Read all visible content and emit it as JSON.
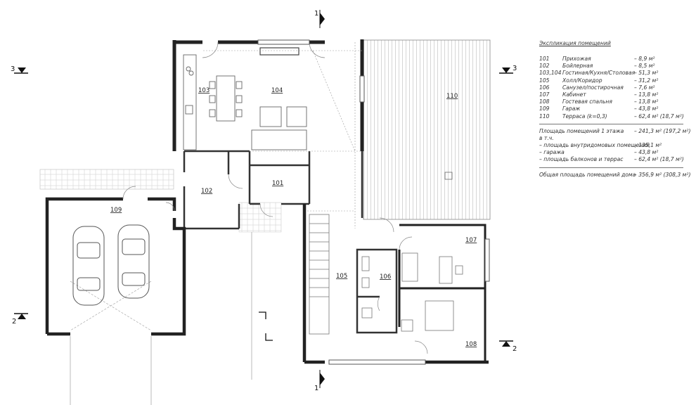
{
  "rooms": [
    {
      "id": "101",
      "label": "101"
    },
    {
      "id": "102",
      "label": "102"
    },
    {
      "id": "103",
      "label": "103"
    },
    {
      "id": "104",
      "label": "104"
    },
    {
      "id": "105",
      "label": "105"
    },
    {
      "id": "106",
      "label": "106"
    },
    {
      "id": "107",
      "label": "107"
    },
    {
      "id": "108",
      "label": "108"
    },
    {
      "id": "109",
      "label": "109"
    },
    {
      "id": "110",
      "label": "110"
    }
  ],
  "section_marks": [
    {
      "id": "top",
      "label": "1"
    },
    {
      "id": "bottom",
      "label": "1"
    },
    {
      "id": "left-upper",
      "label": "3"
    },
    {
      "id": "right-upper",
      "label": "3"
    },
    {
      "id": "left-lower",
      "label": "2"
    },
    {
      "id": "right-lower",
      "label": "2"
    }
  ],
  "legend": {
    "title": "Экспликация помещений",
    "rows": [
      {
        "num": "101",
        "name": "Прихожая",
        "area": "– 8,9 м²"
      },
      {
        "num": "102",
        "name": "Бойлерная",
        "area": "– 8,5 м²"
      },
      {
        "num": "103,104",
        "name": "Гостиная/Кухня/Столовая",
        "area": "– 51,3 м²"
      },
      {
        "num": "105",
        "name": "Холл/Коридор",
        "area": "– 31,2 м²"
      },
      {
        "num": "106",
        "name": "Санузел/постирочная",
        "area": "– 7,6 м²"
      },
      {
        "num": "107",
        "name": "Кабинет",
        "area": "– 13,8 м²"
      },
      {
        "num": "108",
        "name": "Гостевая спальня",
        "area": "– 13,8 м²"
      },
      {
        "num": "109",
        "name": "Гараж",
        "area": "– 43,8 м²"
      },
      {
        "num": "110",
        "name": "Терраса (k=0,3)",
        "area": "– 62,4 м² (18,7 м²)"
      }
    ],
    "summary": [
      {
        "label": "Площадь помещений 1 этажа",
        "value": "– 241,3 м² (197,2 м²)"
      },
      {
        "label": "в т.ч.",
        "value": ""
      },
      {
        "label": "– площадь внутридомовых помещений",
        "value": "– 135,1 м²"
      },
      {
        "label": "– гаража",
        "value": "– 43,8 м²"
      },
      {
        "label": "– площадь балконов и террас",
        "value": "– 62,4 м² (18,7 м²)"
      }
    ],
    "total": {
      "label": "Общая площадь помещений дома",
      "value": "– 356,9 м² (308,3 м²)"
    }
  }
}
